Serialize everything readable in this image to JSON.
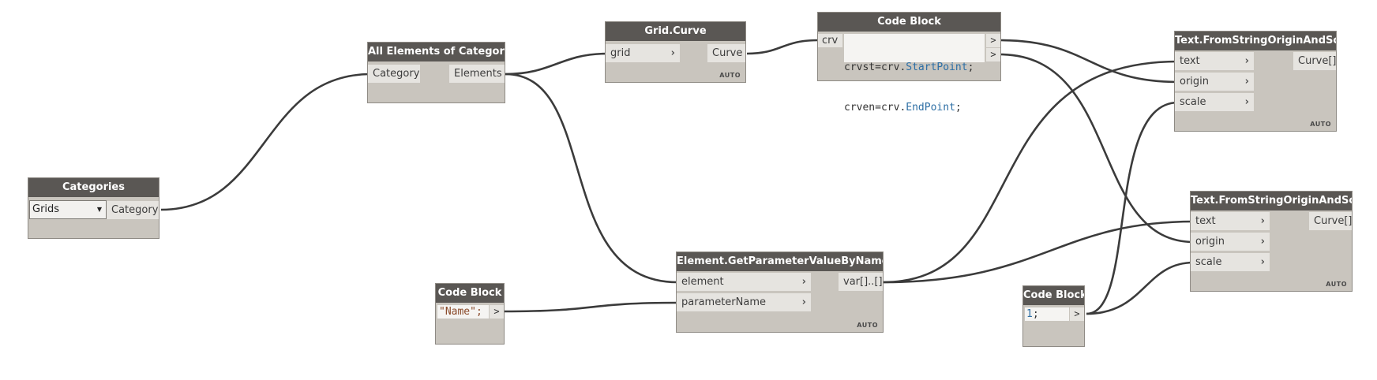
{
  "nodes": {
    "categories": {
      "title": "Categories",
      "dropdown_value": "Grids",
      "output": "Category"
    },
    "all_elements": {
      "title": "All Elements of Category",
      "input": "Category",
      "output": "Elements"
    },
    "grid_curve": {
      "title": "Grid.Curve",
      "input": "grid",
      "output": "Curve",
      "lacing": "AUTO"
    },
    "code_block_points": {
      "title": "Code Block",
      "input": "crv",
      "line1": {
        "var": "crvst",
        "op": "=",
        "obj": "crv",
        "dot": ".",
        "member": "StartPoint",
        "end": ";"
      },
      "line2": {
        "var": "crven",
        "op": "=",
        "obj": "crv",
        "dot": ".",
        "member": "EndPoint",
        "end": ";"
      },
      "out1": ">",
      "out2": ">"
    },
    "text_top": {
      "title": "Text.FromStringOriginAndScale",
      "input_text": "text",
      "input_origin": "origin",
      "input_scale": "scale",
      "output": "Curve[]",
      "lacing": "AUTO"
    },
    "text_bottom": {
      "title": "Text.FromStringOriginAndScale",
      "input_text": "text",
      "input_origin": "origin",
      "input_scale": "scale",
      "output": "Curve[]",
      "lacing": "AUTO"
    },
    "get_param": {
      "title": "Element.GetParameterValueByName",
      "input_element": "element",
      "input_param": "parameterName",
      "output": "var[]..[]",
      "lacing": "AUTO"
    },
    "code_block_name": {
      "title": "Code Block",
      "code": "\"Name\";",
      "out": ">"
    },
    "code_block_one": {
      "title": "Code Block",
      "code_num": "1",
      "code_end": ";",
      "out": ">"
    }
  },
  "chevron": "›",
  "caret": "▼",
  "colors": {
    "header": "#5a5754",
    "body": "#c9c5be",
    "port": "#e6e4e0",
    "wire": "#3b3b3b",
    "code_member": "#2e6fa5",
    "code_string": "#8a4a2a"
  }
}
